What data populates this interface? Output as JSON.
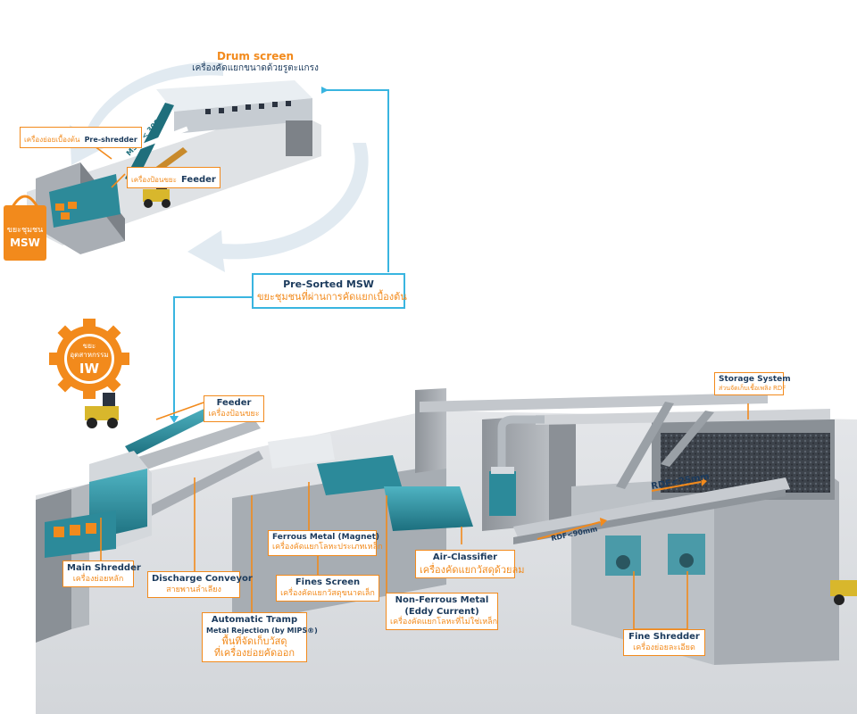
{
  "colors": {
    "accent": "#f28a1c",
    "cyan": "#39b5e0",
    "navy": "#1b3a5c",
    "teal": "#1f7d8c"
  },
  "drum_screen": {
    "en": "Drum screen",
    "th": "เครื่องคัดแยกขนาดด้วยรูตะแกรง"
  },
  "pre_shredder": {
    "th": "เครื่องย่อยเบื้องต้น",
    "en": "Pre-shredder"
  },
  "feeder_top": {
    "th": "เครื่องป้อนขยะ",
    "en": "Feeder"
  },
  "msw_bag": {
    "th": "ขยะชุมชน",
    "en": "MSW"
  },
  "conveyor_text": "MSW < 300 mm",
  "pre_sorted": {
    "en": "Pre-Sorted MSW",
    "th": "ขยะชุมชนที่ผ่านการคัดแยกเบื้องต้น"
  },
  "iw_gear": {
    "th1": "ขยะ",
    "th2": "อุตสาหกรรม",
    "en": "IW"
  },
  "feeder_main": {
    "en": "Feeder",
    "th": "เครื่องป้อนขยะ"
  },
  "storage": {
    "en": "Storage System",
    "th": "ส่วนจัดเก็บเชื้อเพลิง RDF"
  },
  "rdf25": "RDF<25mm",
  "rdf90": "RDF<90mm",
  "ferrous": {
    "en": "Ferrous Metal (Magnet)",
    "th": "เครื่องคัดแยกโลหะประเภทเหล็ก"
  },
  "air_classifier": {
    "en": "Air-Classifier",
    "th": "เครื่องคัดแยกวัสดุด้วยลม"
  },
  "fines_screen": {
    "en": "Fines Screen",
    "th": "เครื่องคัดแยกวัสดุขนาดเล็ก"
  },
  "main_shredder": {
    "en": "Main Shredder",
    "th": "เครื่องย่อยหลัก"
  },
  "discharge": {
    "en": "Discharge Conveyor",
    "th": "สายพานลำเลียง"
  },
  "non_ferrous": {
    "en1": "Non-Ferrous Metal",
    "en2": "(Eddy Current)",
    "th": "เครื่องคัดแยกโลหะที่ไม่ใช่เหล็ก"
  },
  "tramp": {
    "en1": "Automatic Tramp",
    "en2": "Metal Rejection (by MIPS®)",
    "th1": "พื้นที่จัดเก็บวัสดุ",
    "th2": "ที่เครื่องย่อยคัดออก"
  },
  "fine_shredder": {
    "en": "Fine Shredder",
    "th": "เครื่องย่อยละเอียด"
  }
}
